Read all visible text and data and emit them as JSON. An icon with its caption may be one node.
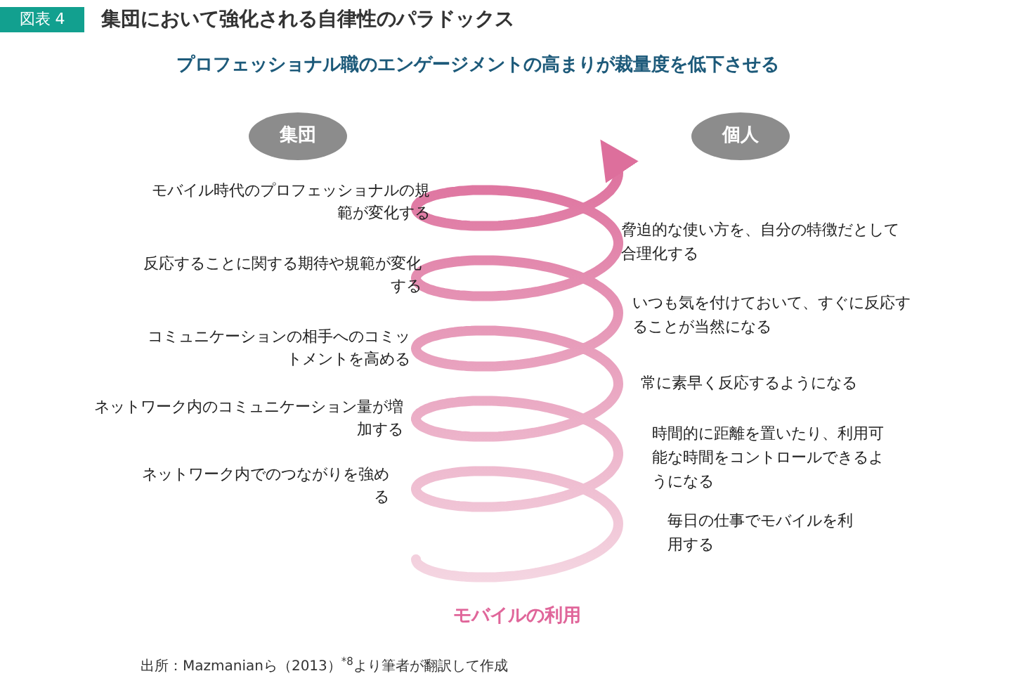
{
  "diagram": {
    "title": "集団において強化される自律性のパラドックス",
    "caption": "出所：Mazmanianら（2013）$^{*8}$より筆者が翻訳して作成",
    "nodes": [
      {
        "text": [
          "図表 4"
        ]
      },
      {
        "text": [
          "集団"
        ]
      },
      {
        "text": [
          "個人"
        ]
      }
    ],
    "labels": [
      "プロフェッショナル職のエンゲージメントの高まりが裁量度を低下させる",
      "モバイル時代のプロフェッショナルの規範が変化する",
      "脅迫的な使い方を、自分の特徴だとして合理化する",
      "反応することに関する期待や規範が変化する",
      "いつも気を付けておいて、すぐに反応することが当然になる",
      "コミュニケーションの相手へのコミットメントを高める",
      "常に素早く反応するようになる",
      "ネットワーク内のコミュニケーション量が増加する",
      "時間的に距離を置いたり、利用可能な時間をコントロールできるようになる",
      "ネットワーク内でのつながりを強める",
      "毎日の仕事でモバイルを利用する",
      "モバイルの利用"
    ]
  }
}
